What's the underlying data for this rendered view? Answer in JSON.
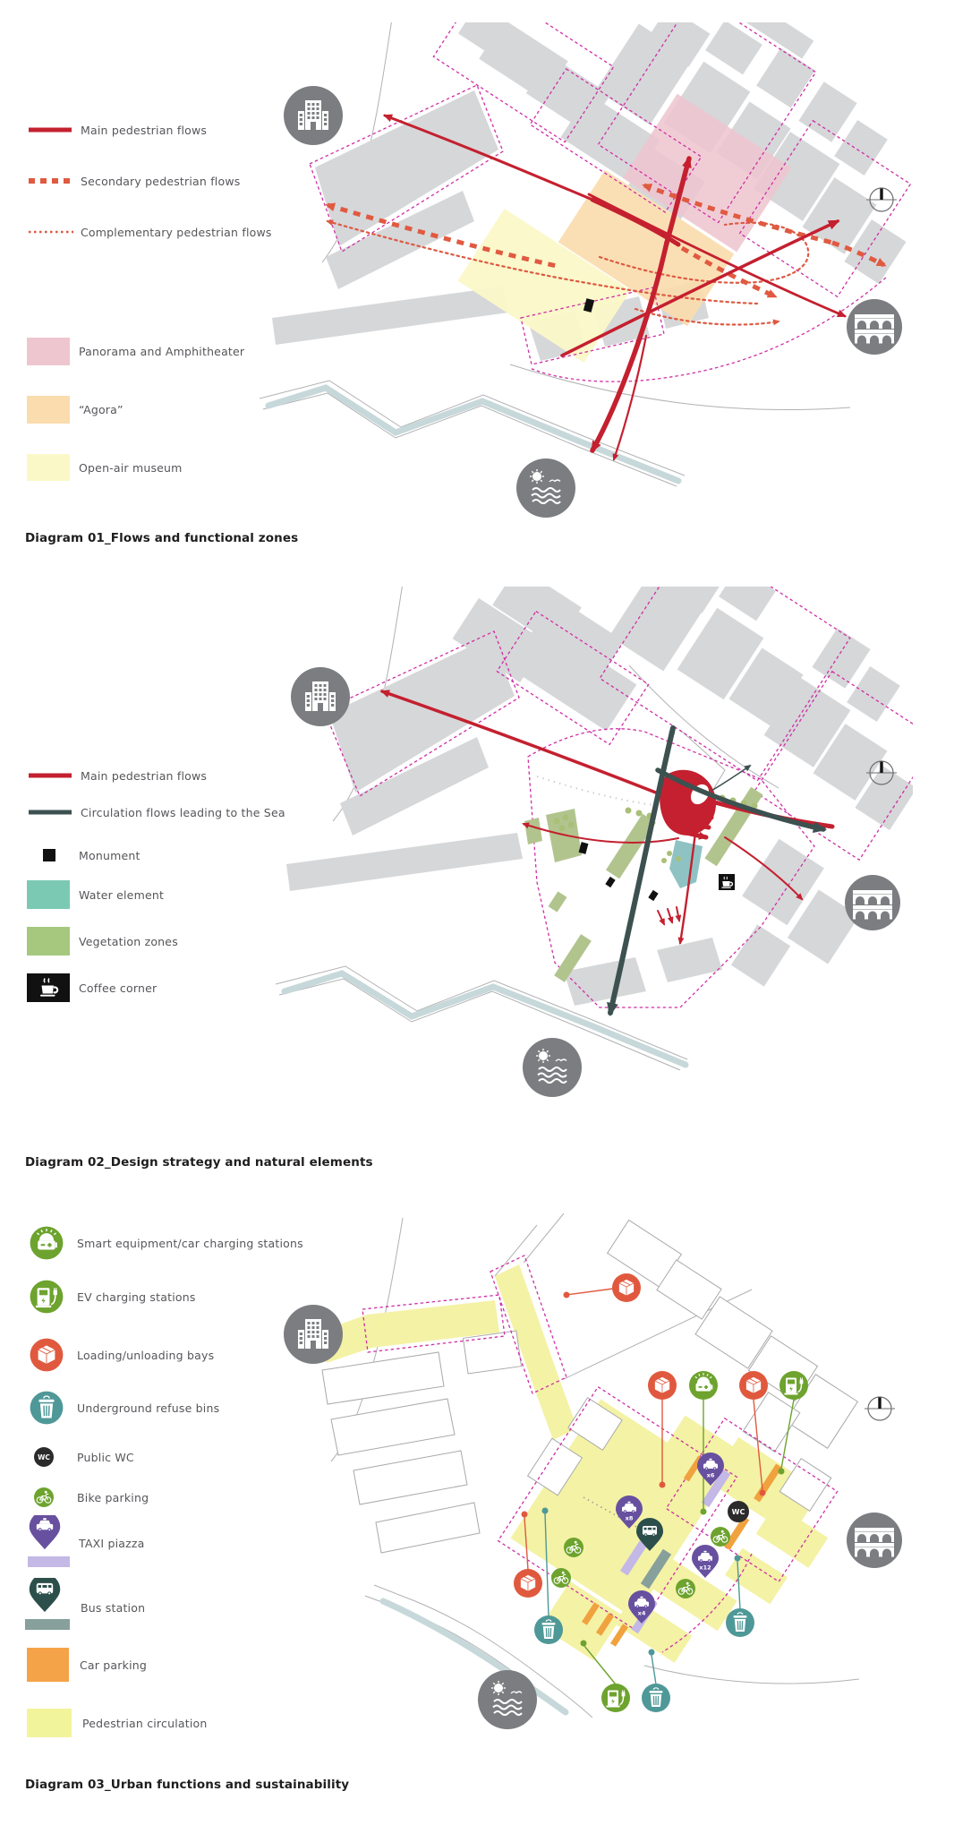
{
  "captions": {
    "d1": "Diagram 01_Flows and functional zones",
    "d2": "Diagram 02_Design strategy and natural elements",
    "d3": "Diagram 03_Urban functions and sustainability"
  },
  "diagram1": {
    "legend": [
      {
        "label": "Main pedestrian flows",
        "symbol": "solid-red-line",
        "color": "#c4202f"
      },
      {
        "label": "Secondary pedestrian flows",
        "symbol": "dashed-orange-line",
        "color": "#e05a41"
      },
      {
        "label": "Complementary pedestrian flows",
        "symbol": "dotted-red-line",
        "color": "#dd5942"
      },
      {
        "label": "Panorama and Amphitheater",
        "symbol": "swatch",
        "color": "#eec6cf"
      },
      {
        "label": "“Agora”",
        "symbol": "swatch",
        "color": "#fbdcae"
      },
      {
        "label": "Open-air museum",
        "symbol": "swatch",
        "color": "#fbf8c8"
      }
    ]
  },
  "diagram2": {
    "legend": [
      {
        "label": "Main pedestrian flows",
        "symbol": "solid-red-line",
        "color": "#c4202f"
      },
      {
        "label": "Circulation flows leading to the Sea",
        "symbol": "solid-slate-line",
        "color": "#3c5150"
      },
      {
        "label": "Monument",
        "symbol": "black-square",
        "color": "#111111"
      },
      {
        "label": "Water element",
        "symbol": "swatch",
        "color": "#7cc9b3"
      },
      {
        "label": "Vegetation zones",
        "symbol": "swatch",
        "color": "#a5c87e"
      },
      {
        "label": "Coffee corner",
        "symbol": "coffee-icon",
        "color": "#111111"
      }
    ]
  },
  "diagram3": {
    "legend": [
      {
        "label": "Smart equipment/car charging stations",
        "symbol": "smart-icon",
        "color": "#6da32e"
      },
      {
        "label": "EV charging stations",
        "symbol": "ev-icon",
        "color": "#6da32e"
      },
      {
        "label": "Loading/unloading bays",
        "symbol": "box-icon",
        "color": "#e0593e"
      },
      {
        "label": "Underground refuse bins",
        "symbol": "bin-icon",
        "color": "#4f9898"
      },
      {
        "label": "Public WC",
        "symbol": "wc-icon",
        "color": "#2b2b2b"
      },
      {
        "label": "Bike parking",
        "symbol": "bike-icon",
        "color": "#6da32e"
      },
      {
        "label": "TAXI piazza",
        "symbol": "taxi-pin",
        "color": "#67509f"
      },
      {
        "label": "Bus station",
        "symbol": "bus-pin",
        "color": "#2d4f4b"
      },
      {
        "label": "Car parking",
        "symbol": "swatch",
        "color": "#f5a348"
      },
      {
        "label": "Pedestrian circulation",
        "symbol": "swatch",
        "color": "#f2f49b"
      }
    ],
    "map_labels": {
      "taxi_a": "x6",
      "taxi_b": "x8",
      "taxi_c": "x12",
      "taxi_d": "x4",
      "wc": "WC"
    }
  },
  "colors": {
    "main_red": "#c4202f",
    "secondary_orange": "#e05a41",
    "magenta_dash": "#cf2fa5",
    "slate_sea_flow": "#3c5150",
    "water_element": "#7cc9b3",
    "vegetation": "#a5c87e",
    "panorama_pink": "#eec6cf",
    "agora_orange": "#fbdcae",
    "museum_yellow": "#fbf8c8",
    "smart_green": "#6da32e",
    "loading_orange": "#e0593e",
    "bin_teal": "#4f9898",
    "taxi_purple": "#67509f",
    "bus_teal": "#2d4f4b",
    "car_parking": "#f5a348",
    "pedestrian_yellow": "#f2f49b",
    "building_gray": "#d6d7d9",
    "icon_gray": "#7b7d80"
  }
}
